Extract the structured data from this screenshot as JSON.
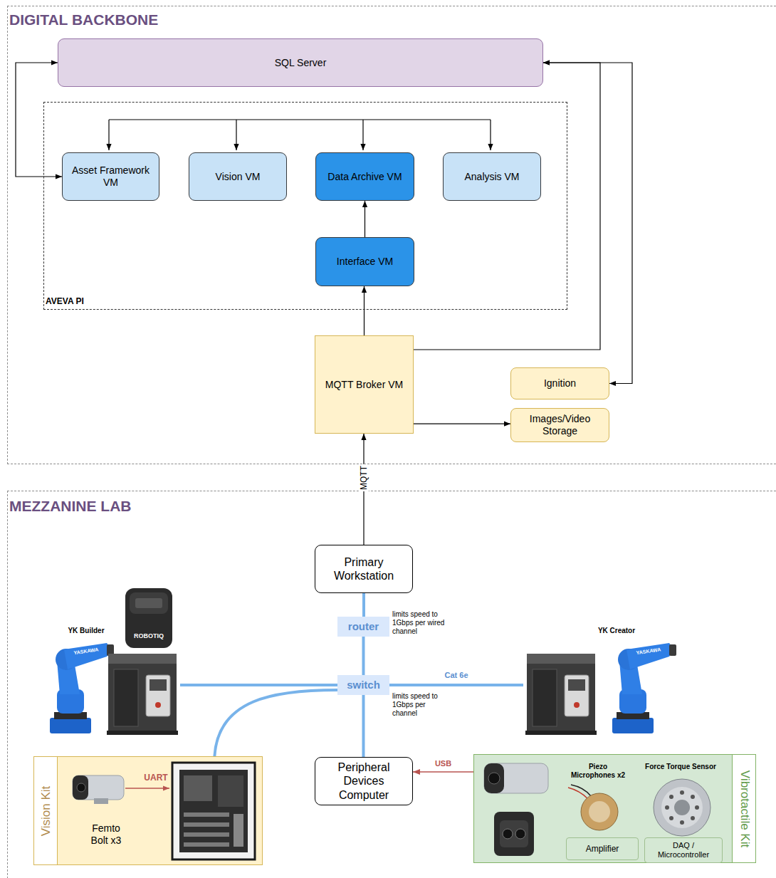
{
  "diagram": {
    "nodes": [
      {
        "text": [
          "DIGITAL BACKBONE"
        ]
      },
      {
        "text": [
          "SQL Server"
        ],
        "in": 0
      },
      {
        "text": [
          "AVEVA PI"
        ],
        "in": 0
      },
      {
        "text": [
          "Asset Framework VM"
        ],
        "in": 2
      },
      {
        "text": [
          "Vision VM"
        ],
        "in": 2
      },
      {
        "text": [
          "Data Archive VM"
        ],
        "in": 2
      },
      {
        "text": [
          "Analysis VM"
        ],
        "in": 2
      },
      {
        "text": [
          "Interface VM"
        ],
        "in": 2
      },
      {
        "text": [
          "MQTT Broker VM"
        ],
        "in": 0
      },
      {
        "text": [
          "Ignition"
        ],
        "in": 0
      },
      {
        "text": [
          "Images/Video Storage"
        ],
        "in": 0
      },
      {
        "text": [
          "MEZZANINE LAB"
        ]
      },
      {
        "text": [
          "Primary Workstation"
        ],
        "in": 11
      },
      {
        "text": [
          "router"
        ],
        "in": 11
      },
      {
        "text": [
          "switch"
        ],
        "in": 11
      },
      {
        "text": [
          "YK Builder"
        ],
        "in": 11
      },
      {
        "text": [
          "YK Creator"
        ],
        "in": 11
      },
      {
        "text": [
          "Vision Kit",
          "Femto Bolt x3"
        ],
        "in": 11
      },
      {
        "text": [
          "Peripheral Devices Computer"
        ],
        "in": 11
      },
      {
        "text": [
          "Vibrotactile Kit"
        ],
        "in": 11
      },
      {
        "text": [
          "Amplifier"
        ],
        "in": 19
      },
      {
        "text": [
          "DAQ / Microcontroller"
        ],
        "in": 19
      }
    ],
    "edges": [
      {
        "from": 1,
        "to": 3,
        "arrow": "both"
      },
      {
        "from": 7,
        "to": 5,
        "arrow": "to"
      },
      {
        "from": 8,
        "to": 7,
        "arrow": "to"
      },
      {
        "from": 8,
        "to": 1,
        "arrow": "to"
      },
      {
        "from": 1,
        "to": 9,
        "arrow": "both"
      },
      {
        "from": 8,
        "to": 10,
        "arrow": "to"
      },
      {
        "from": 12,
        "to": 8,
        "arrow": "to",
        "label": "MQTT"
      },
      {
        "from": 12,
        "to": 13,
        "arrow": "none"
      },
      {
        "from": 13,
        "to": 14,
        "arrow": "none"
      },
      {
        "from": 14,
        "to": 15,
        "arrow": "none"
      },
      {
        "from": 14,
        "to": 16,
        "arrow": "none",
        "label": "Cat 6e"
      },
      {
        "from": 14,
        "to": 17,
        "arrow": "none"
      },
      {
        "from": 14,
        "to": 18,
        "arrow": "none"
      },
      {
        "from": 19,
        "to": 18,
        "arrow": "to",
        "label": "USB"
      }
    ],
    "labels": [
      "limits speed to 1Gbps per wired channel",
      "limits speed to 1Gbps per channel",
      "UART",
      "ROBOTIQ",
      "YASKAWA",
      "YASKAWA",
      "Piezo Microphones x2",
      "Force Torque Sensor"
    ]
  }
}
